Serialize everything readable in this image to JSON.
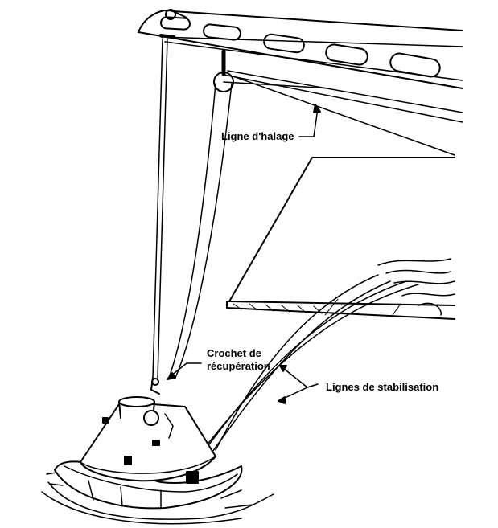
{
  "labels": {
    "haul_line": "Ligne d'halage",
    "recovery_hook_line1": "Crochet de",
    "recovery_hook_line2": "récupération",
    "stabilization_lines": "Lignes de stabilisation"
  }
}
